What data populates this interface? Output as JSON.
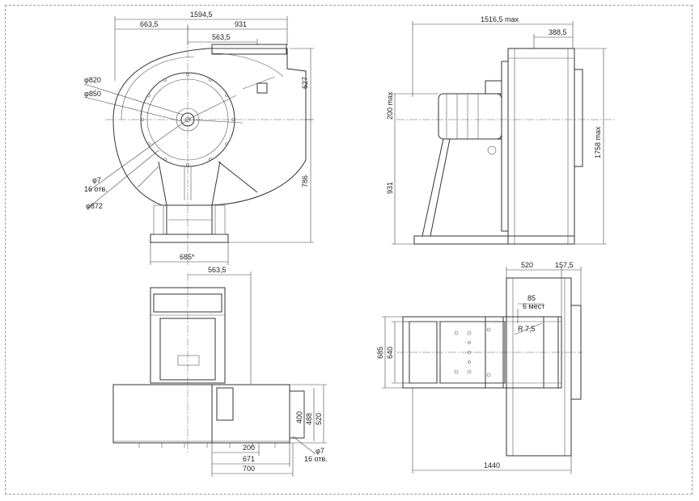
{
  "dimensions": {
    "front": {
      "total_width": "1594,5",
      "left_width": "663,5",
      "right_width": "931",
      "inlet_width": "563,5",
      "dia_820": "φ820",
      "dia_850": "φ850",
      "holes_dia": "φ7",
      "holes_count": "16 отв.",
      "dia_872": "φ872",
      "outlet_height": "627",
      "axis_height": "786",
      "base_width": "685*"
    },
    "side": {
      "total_width": "1516,5 max",
      "inlet_depth": "388,5",
      "motor_height": "200 max",
      "axis_height": "931",
      "total_height": "1758 max"
    },
    "bottom": {
      "inlet_width": "563,5",
      "outlet_h_400": "400",
      "outlet_h_488": "488",
      "outlet_h_520": "520",
      "len_200": "200",
      "len_671": "671",
      "len_700": "700",
      "holes_dia": "φ7",
      "holes_count": "16 отв."
    },
    "plan": {
      "width_520": "520",
      "width_157": "157,5",
      "slot_85": "85",
      "slot_count": "6 мест",
      "radius": "R 7,5",
      "depth_685": "685",
      "depth_640": "640",
      "length_1440": "1440"
    }
  }
}
